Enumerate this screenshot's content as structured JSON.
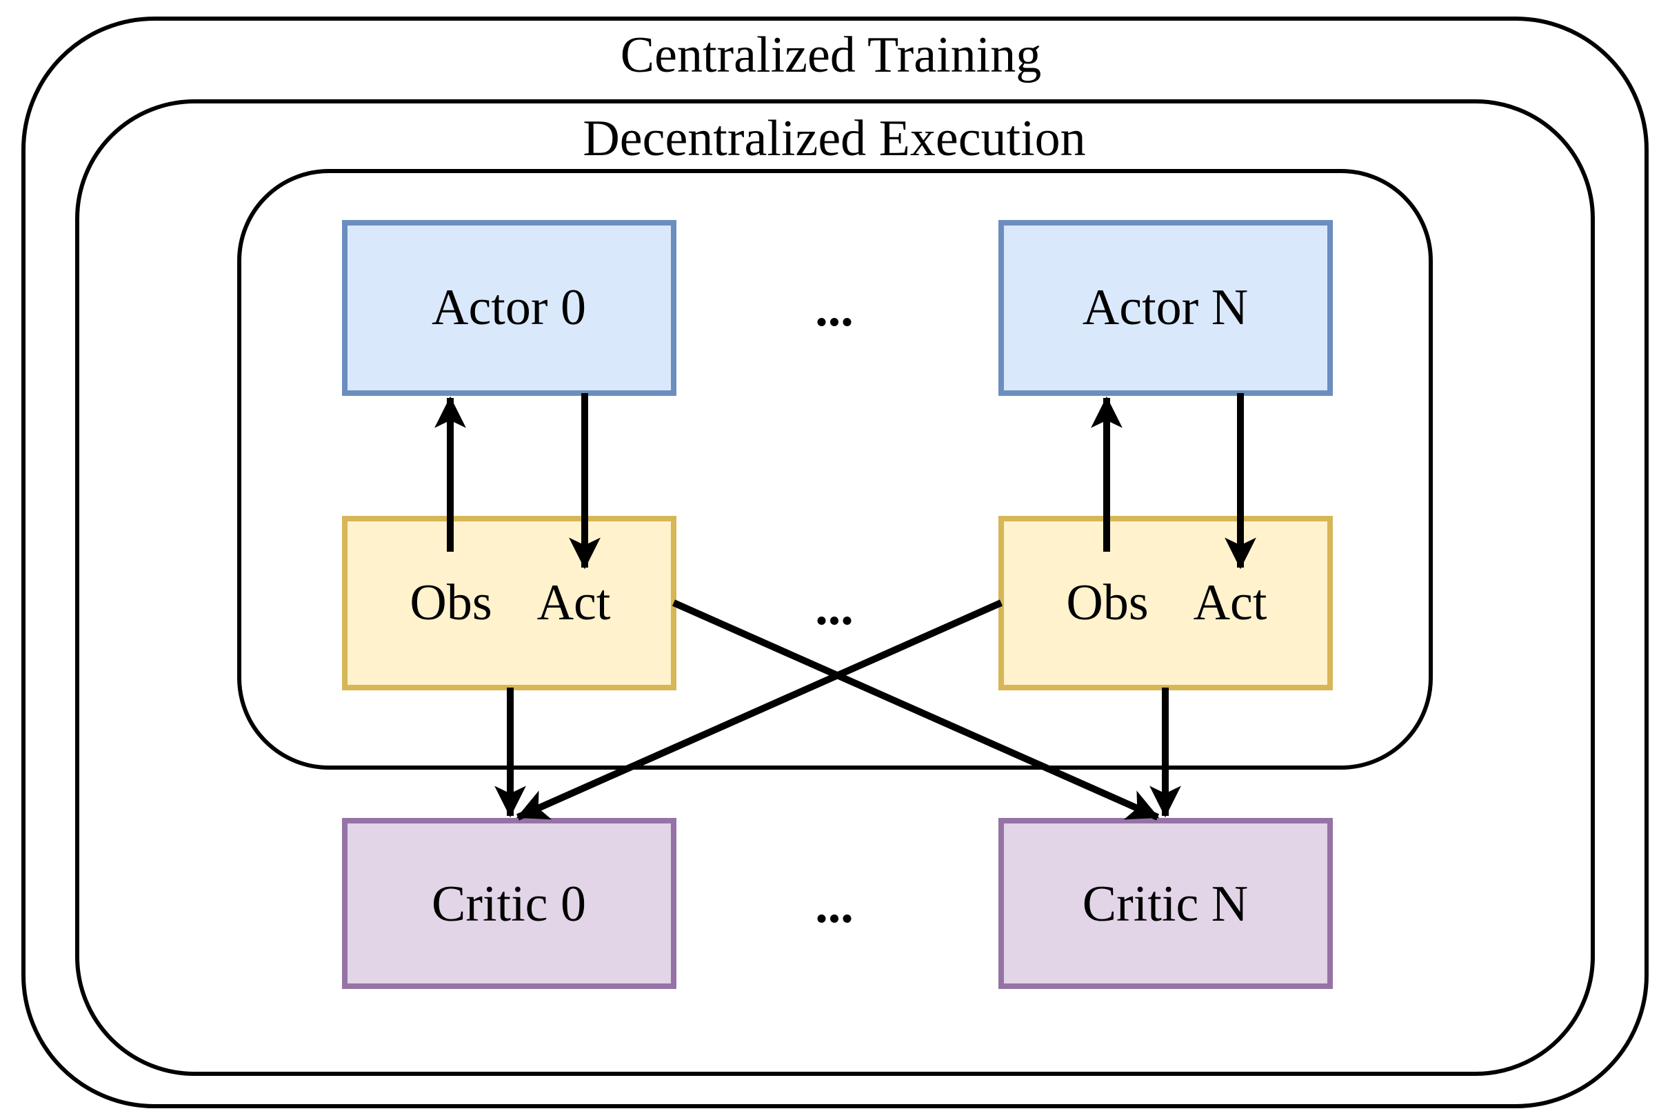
{
  "colors": {
    "background": "#ffffff",
    "line": "#000000",
    "text": "#000000",
    "actor-fill": "#dae8fc",
    "actor-border": "#6c8ebf",
    "obsact-fill": "#fff2cc",
    "obsact-border": "#d6b656",
    "critic-fill": "#e1d5e7",
    "critic-border": "#9673a6"
  },
  "containers": {
    "centralized_training": "Centralized Training",
    "decentralized_execution": "Decentralized Execution"
  },
  "nodes": {
    "actor0": "Actor 0",
    "actorN": "Actor N",
    "obs": "Obs",
    "act": "Act",
    "critic0": "Critic 0",
    "criticN": "Critic N"
  },
  "ellipsis": "..."
}
